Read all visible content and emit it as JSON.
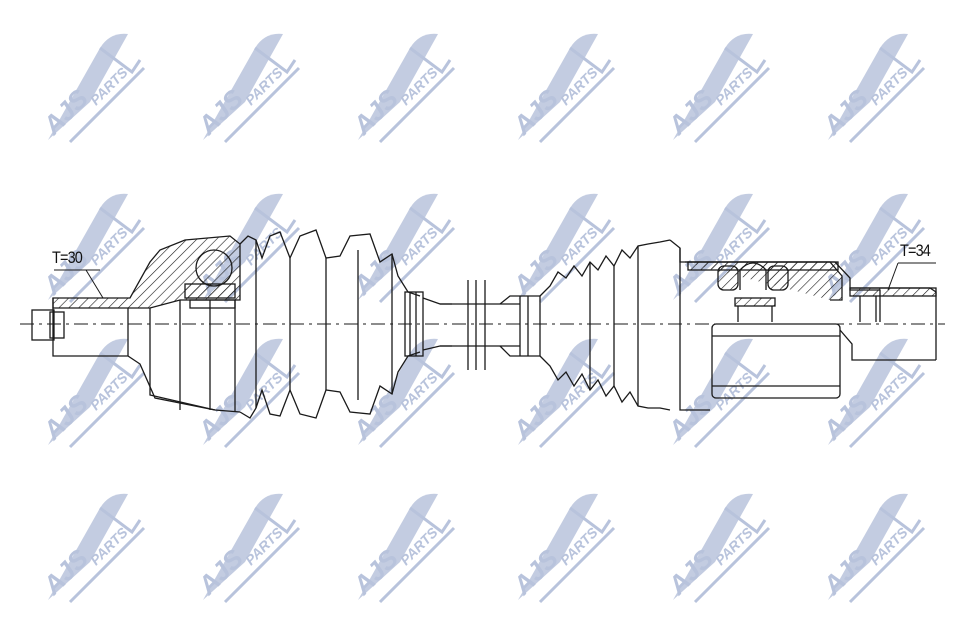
{
  "drawing": {
    "subject": "CV drive shaft (half shaft) technical drawing",
    "left_label": "T=30",
    "right_label": "T=34",
    "line_color": "#1a1a1a",
    "background": "#ffffff"
  },
  "watermark": {
    "text_brand": "AJS",
    "text_sub": "PARTS",
    "color": "#b8c3dc",
    "columns_x": [
      40,
      195,
      350,
      510,
      665,
      820
    ],
    "rows_y": [
      30,
      190,
      335,
      490
    ]
  }
}
